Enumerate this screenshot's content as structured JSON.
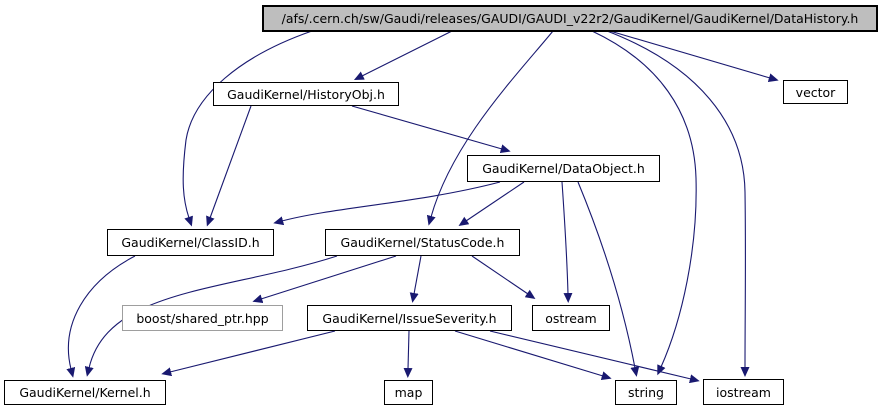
{
  "diagram": {
    "kind": "doxygen-include-dependency-graph",
    "colors": {
      "edge": "#191970",
      "node_border": "#000000",
      "node_fill": "#ffffff",
      "current_node_fill": "#bebebe",
      "external_node_border": "#9e9e9e",
      "background": "#ffffff"
    },
    "nodes": [
      {
        "id": "datahistory",
        "label": "/afs/.cern.ch/sw/Gaudi/releases/GAUDI/GAUDI_v22r2/GaudiKernel/GaudiKernel/DataHistory.h",
        "kind": "current"
      },
      {
        "id": "historyobj",
        "label": "GaudiKernel/HistoryObj.h",
        "kind": "internal"
      },
      {
        "id": "vector",
        "label": "vector",
        "kind": "system"
      },
      {
        "id": "dataobject",
        "label": "GaudiKernel/DataObject.h",
        "kind": "internal"
      },
      {
        "id": "classid",
        "label": "GaudiKernel/ClassID.h",
        "kind": "internal"
      },
      {
        "id": "statuscode",
        "label": "GaudiKernel/StatusCode.h",
        "kind": "internal"
      },
      {
        "id": "boost",
        "label": "boost/shared_ptr.hpp",
        "kind": "external"
      },
      {
        "id": "issueseverity",
        "label": "GaudiKernel/IssueSeverity.h",
        "kind": "internal"
      },
      {
        "id": "ostream",
        "label": "ostream",
        "kind": "system"
      },
      {
        "id": "kernel",
        "label": "GaudiKernel/Kernel.h",
        "kind": "internal"
      },
      {
        "id": "map",
        "label": "map",
        "kind": "system"
      },
      {
        "id": "string",
        "label": "string",
        "kind": "system"
      },
      {
        "id": "iostream",
        "label": "iostream",
        "kind": "system"
      }
    ],
    "edges": [
      {
        "from": "datahistory",
        "to": "historyobj"
      },
      {
        "from": "datahistory",
        "to": "classid"
      },
      {
        "from": "datahistory",
        "to": "statuscode"
      },
      {
        "from": "datahistory",
        "to": "vector"
      },
      {
        "from": "datahistory",
        "to": "string"
      },
      {
        "from": "datahistory",
        "to": "iostream"
      },
      {
        "from": "historyobj",
        "to": "classid"
      },
      {
        "from": "historyobj",
        "to": "dataobject"
      },
      {
        "from": "dataobject",
        "to": "classid"
      },
      {
        "from": "dataobject",
        "to": "statuscode"
      },
      {
        "from": "dataobject",
        "to": "ostream"
      },
      {
        "from": "dataobject",
        "to": "string"
      },
      {
        "from": "statuscode",
        "to": "kernel"
      },
      {
        "from": "statuscode",
        "to": "boost"
      },
      {
        "from": "statuscode",
        "to": "issueseverity"
      },
      {
        "from": "statuscode",
        "to": "ostream"
      },
      {
        "from": "issueseverity",
        "to": "kernel"
      },
      {
        "from": "issueseverity",
        "to": "map"
      },
      {
        "from": "issueseverity",
        "to": "string"
      },
      {
        "from": "issueseverity",
        "to": "iostream"
      },
      {
        "from": "classid",
        "to": "kernel"
      }
    ]
  }
}
